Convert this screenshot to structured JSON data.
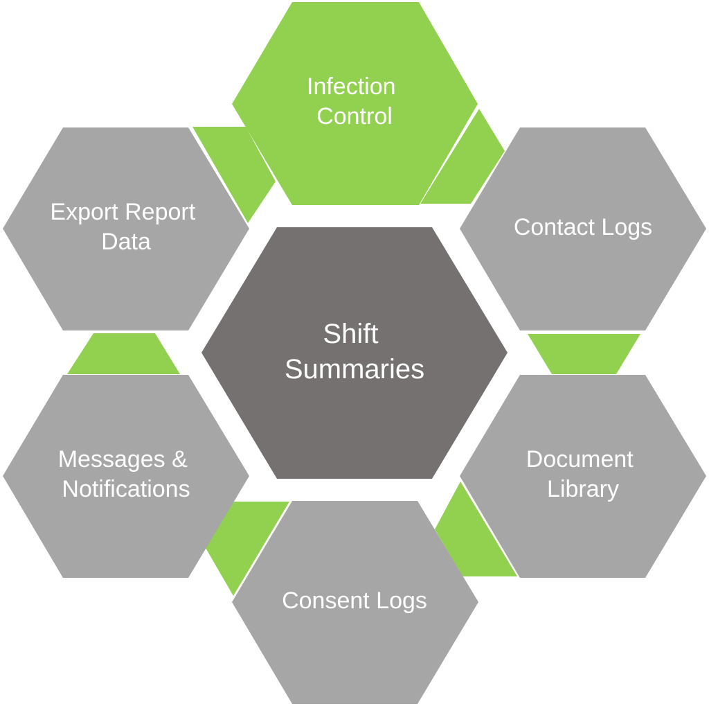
{
  "colors": {
    "green": "#92d050",
    "gray": "#a6a6a6",
    "center": "#757170",
    "text": "#ffffff"
  },
  "center": {
    "lines": [
      "Shift",
      "Summaries"
    ]
  },
  "nodes": {
    "infection_control": {
      "lines": [
        "Infection",
        "Control"
      ]
    },
    "contact_logs": {
      "lines": [
        "Contact Logs"
      ]
    },
    "document_library": {
      "lines": [
        "Document",
        "Library"
      ]
    },
    "consent_logs": {
      "lines": [
        "Consent  Logs"
      ]
    },
    "messages_notifications": {
      "lines": [
        "Messages &",
        "Notifications"
      ]
    },
    "export_report_data": {
      "lines": [
        "Export Report",
        "Data"
      ]
    }
  }
}
